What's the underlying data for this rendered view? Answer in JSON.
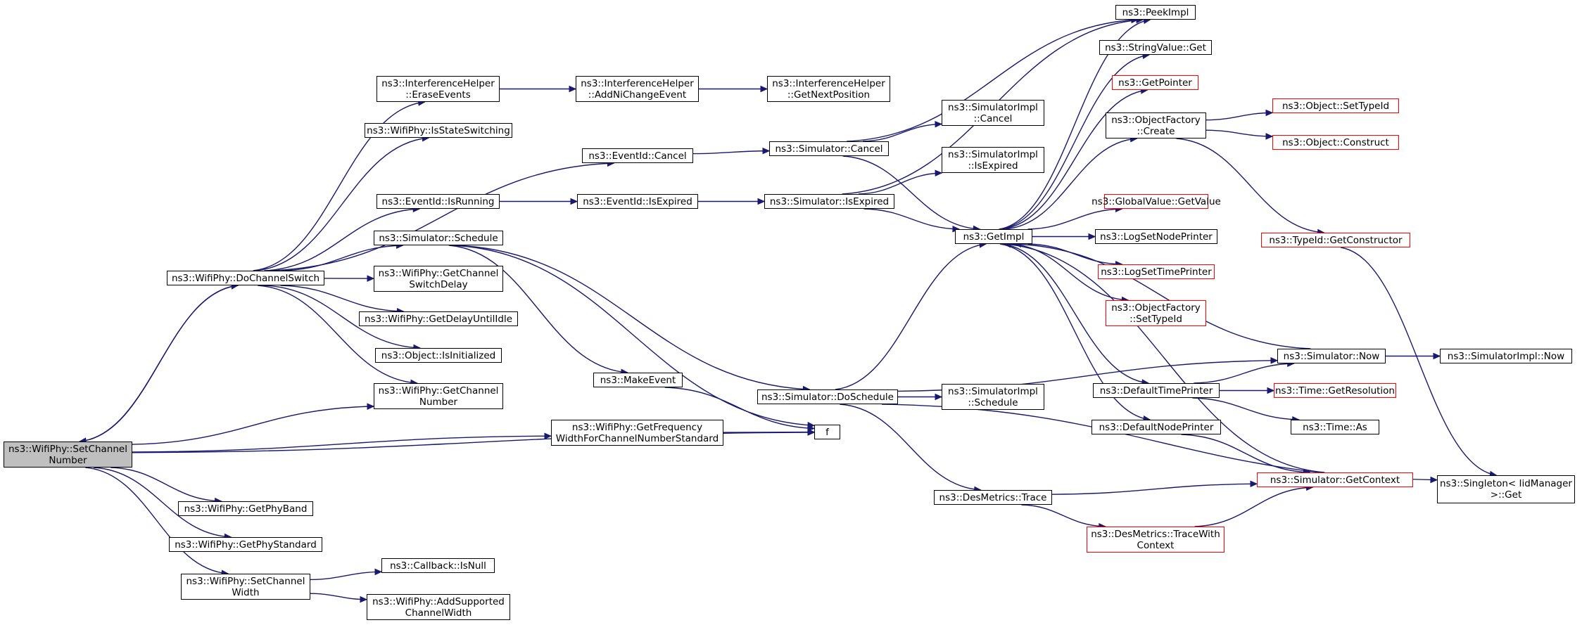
{
  "colors": {
    "edge": "#191970",
    "node_border": "#000000",
    "incomplete_border": "#ff0000",
    "root_fill": "#bfbfbf"
  },
  "nodes": {
    "root": "ns3::WifiPhy::SetChannel\nNumber",
    "do_channel_switch": "ns3::WifiPhy::DoChannelSwitch",
    "erase_events": "ns3::InterferenceHelper\n::EraseEvents",
    "add_ni_change_event": "ns3::InterferenceHelper\n::AddNiChangeEvent",
    "get_next_position": "ns3::InterferenceHelper\n::GetNextPosition",
    "is_state_switching": "ns3::WifiPhy::IsStateSwitching",
    "event_id_cancel": "ns3::EventId::Cancel",
    "simulator_cancel": "ns3::Simulator::Cancel",
    "simimpl_cancel": "ns3::SimulatorImpl\n::Cancel",
    "event_id_is_running": "ns3::EventId::IsRunning",
    "event_id_is_expired": "ns3::EventId::IsExpired",
    "simulator_is_expired": "ns3::Simulator::IsExpired",
    "simimpl_is_expired": "ns3::SimulatorImpl\n::IsExpired",
    "simulator_schedule": "ns3::Simulator::Schedule",
    "get_channel_switch_delay": "ns3::WifiPhy::GetChannel\nSwitchDelay",
    "get_delay_until_idle": "ns3::WifiPhy::GetDelayUntilIdle",
    "is_initialized": "ns3::Object::IsInitialized",
    "get_channel_number": "ns3::WifiPhy::GetChannel\nNumber",
    "make_event": "ns3::MakeEvent",
    "get_frequency_width": "ns3::WifiPhy::GetFrequency\nWidthForChannelNumberStandard",
    "f": "f",
    "simulator_do_schedule": "ns3::Simulator::DoSchedule",
    "simimpl_schedule": "ns3::SimulatorImpl\n::Schedule",
    "des_metrics_trace": "ns3::DesMetrics::Trace",
    "des_metrics_trace_with_context": "ns3::DesMetrics::TraceWith\nContext",
    "get_phy_band": "ns3::WifiPhy::GetPhyBand",
    "get_phy_standard": "ns3::WifiPhy::GetPhyStandard",
    "set_channel_width": "ns3::WifiPhy::SetChannel\nWidth",
    "callback_is_null": "ns3::Callback::IsNull",
    "add_supported_channel_width": "ns3::WifiPhy::AddSupported\nChannelWidth",
    "get_impl": "ns3::GetImpl",
    "peek_impl": "ns3::PeekImpl",
    "string_value_get": "ns3::StringValue::Get",
    "get_pointer": "ns3::GetPointer",
    "object_factory_create": "ns3::ObjectFactory\n::Create",
    "global_value_get_value": "ns3::GlobalValue::GetValue",
    "log_set_node_printer": "ns3::LogSetNodePrinter",
    "log_set_time_printer": "ns3::LogSetTimePrinter",
    "object_factory_set_type_id": "ns3::ObjectFactory\n::SetTypeId",
    "default_time_printer": "ns3::DefaultTimePrinter",
    "default_node_printer": "ns3::DefaultNodePrinter",
    "object_set_type_id": "ns3::Object::SetTypeId",
    "object_construct": "ns3::Object::Construct",
    "type_id_get_constructor": "ns3::TypeId::GetConstructor",
    "simulator_now": "ns3::Simulator::Now",
    "simimpl_now": "ns3::SimulatorImpl::Now",
    "time_get_resolution": "ns3::Time::GetResolution",
    "time_as": "ns3::Time::As",
    "simulator_get_context": "ns3::Simulator::GetContext",
    "singleton_get": "ns3::Singleton< IidManager\n >::Get"
  }
}
